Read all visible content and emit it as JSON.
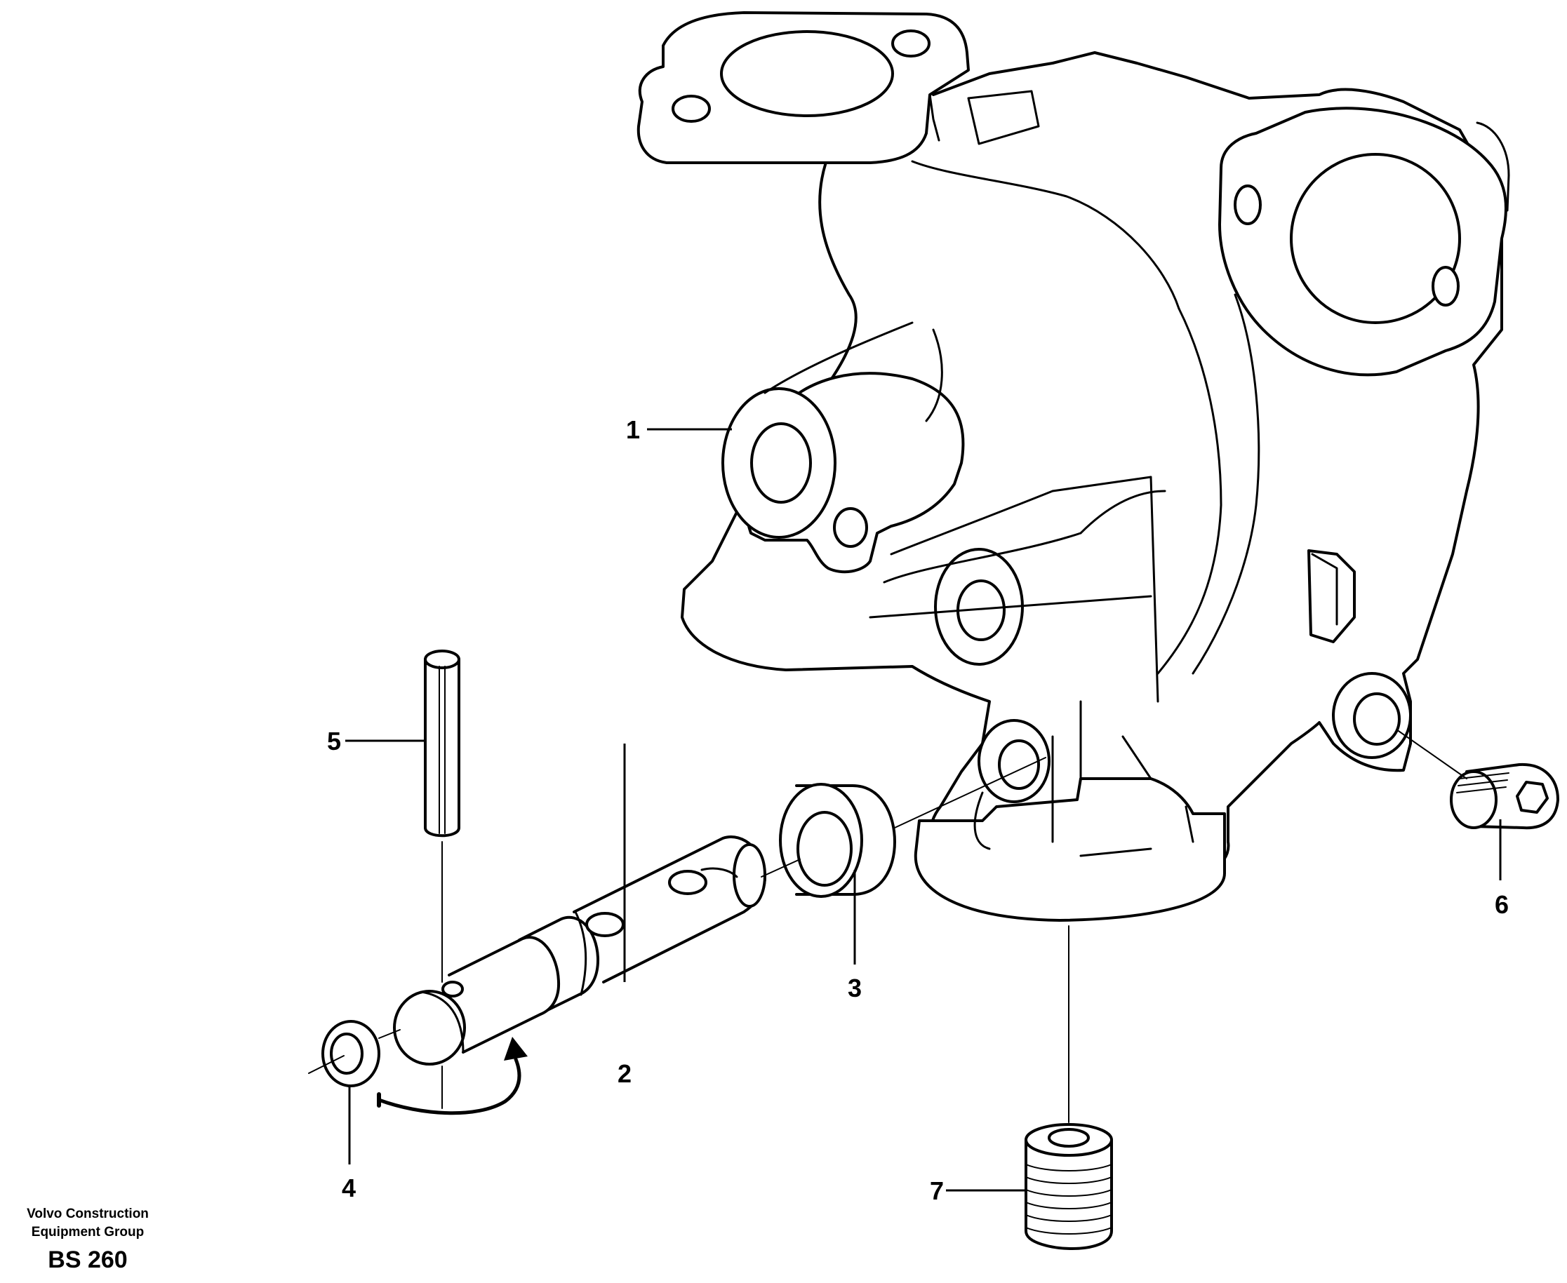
{
  "diagram": {
    "callouts": [
      {
        "id": "1",
        "label": "1"
      },
      {
        "id": "2",
        "label": "2"
      },
      {
        "id": "3",
        "label": "3"
      },
      {
        "id": "4",
        "label": "4"
      },
      {
        "id": "5",
        "label": "5"
      },
      {
        "id": "6",
        "label": "6"
      },
      {
        "id": "7",
        "label": "7"
      }
    ]
  },
  "footer": {
    "company_line1": "Volvo Construction",
    "company_line2": "Equipment Group",
    "drawing_code": "BS 260"
  }
}
